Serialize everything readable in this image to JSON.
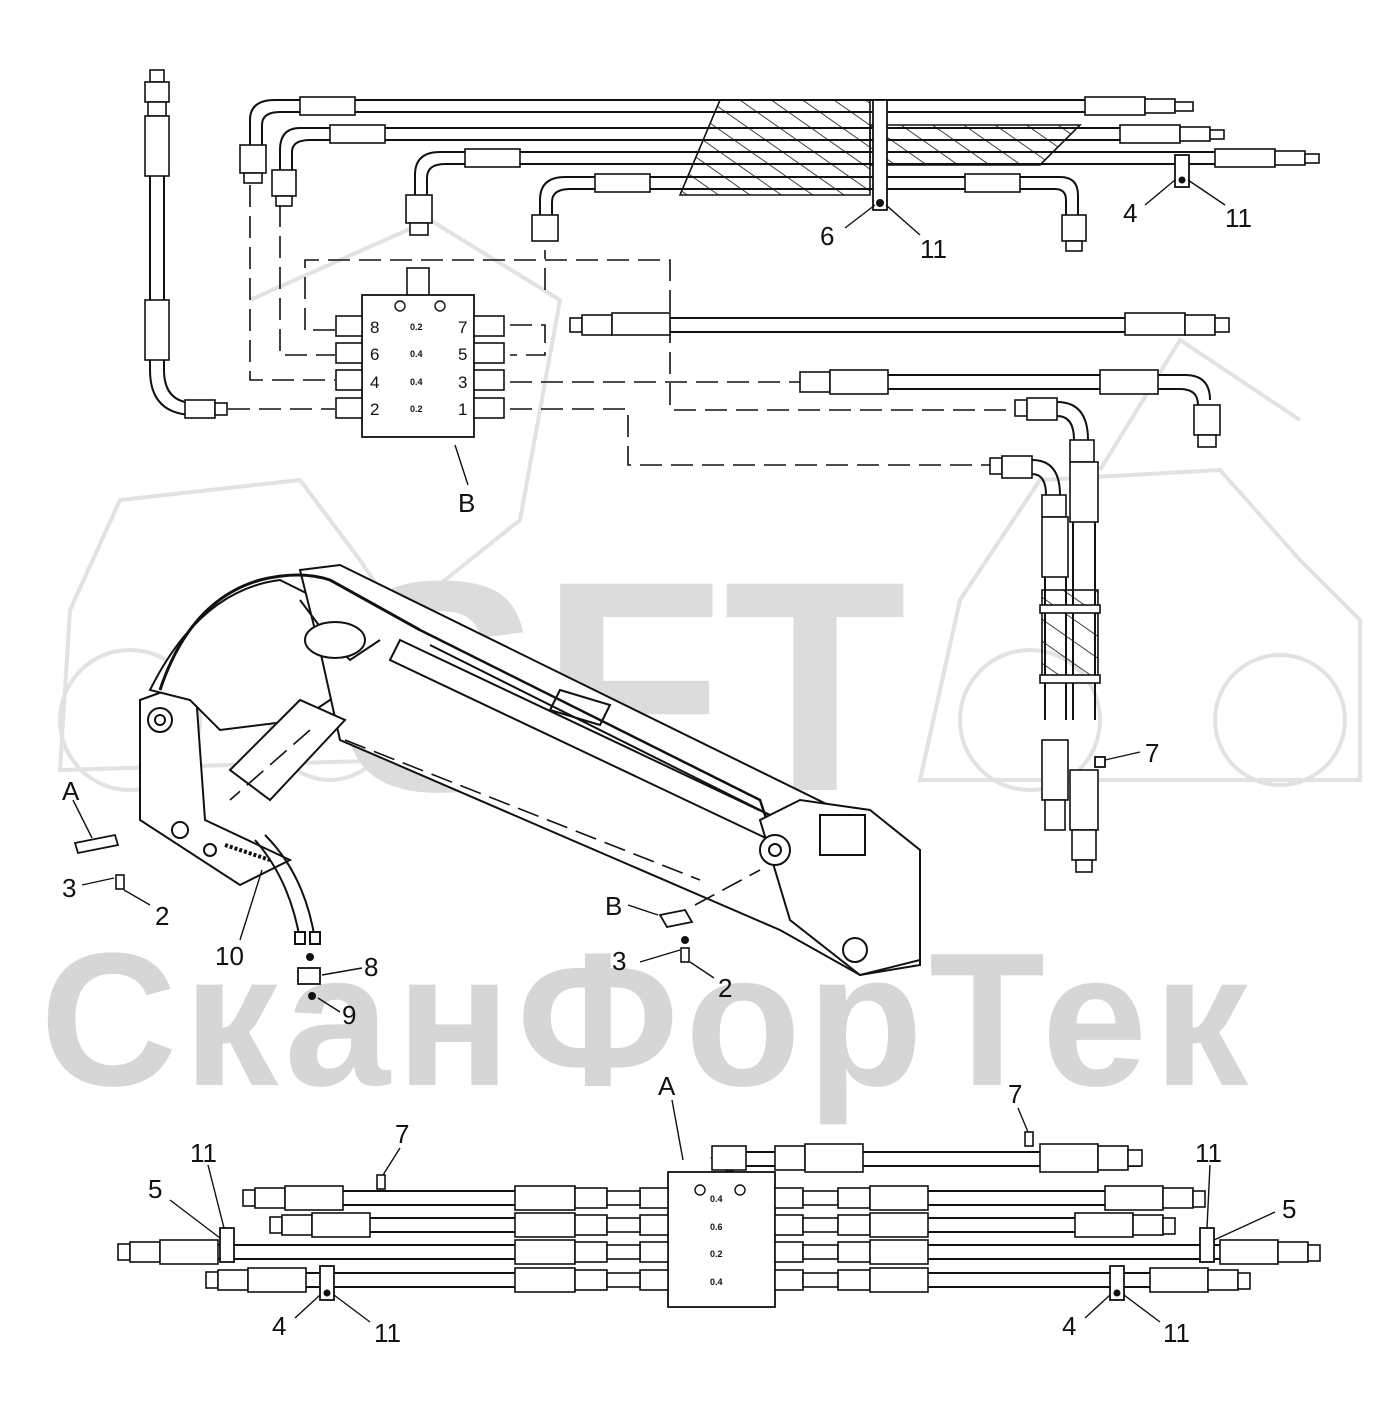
{
  "watermark": {
    "logo": "SFT",
    "text": "СканФорТек"
  },
  "block_b": {
    "label": "B",
    "ports": [
      "8",
      "7",
      "6",
      "5",
      "4",
      "3",
      "2",
      "1"
    ],
    "restrictors": [
      "0.2",
      "0.4",
      "0.4",
      "0.2"
    ]
  },
  "block_a": {
    "label": "A",
    "restrictors": [
      "0.4",
      "0.6",
      "0.2",
      "0.4"
    ]
  },
  "callouts": {
    "c4_top": "4",
    "c11_top_a": "11",
    "c6": "6",
    "c11_top_b": "11",
    "c7_right": "7",
    "cA_mid": "A",
    "c3_left": "3",
    "c2_left": "2",
    "c10": "10",
    "c8": "8",
    "c9": "9",
    "cB_mid": "B",
    "c3_mid": "3",
    "c2_mid": "2",
    "cA_bottom": "A",
    "c7_bottom_left": "7",
    "c7_bottom_right": "7",
    "c11_bl": "11",
    "c5_left": "5",
    "c11_br": "11",
    "c5_right": "5",
    "c4_bl": "4",
    "c11_bl2": "11",
    "c4_br": "4",
    "c11_br2": "11"
  }
}
